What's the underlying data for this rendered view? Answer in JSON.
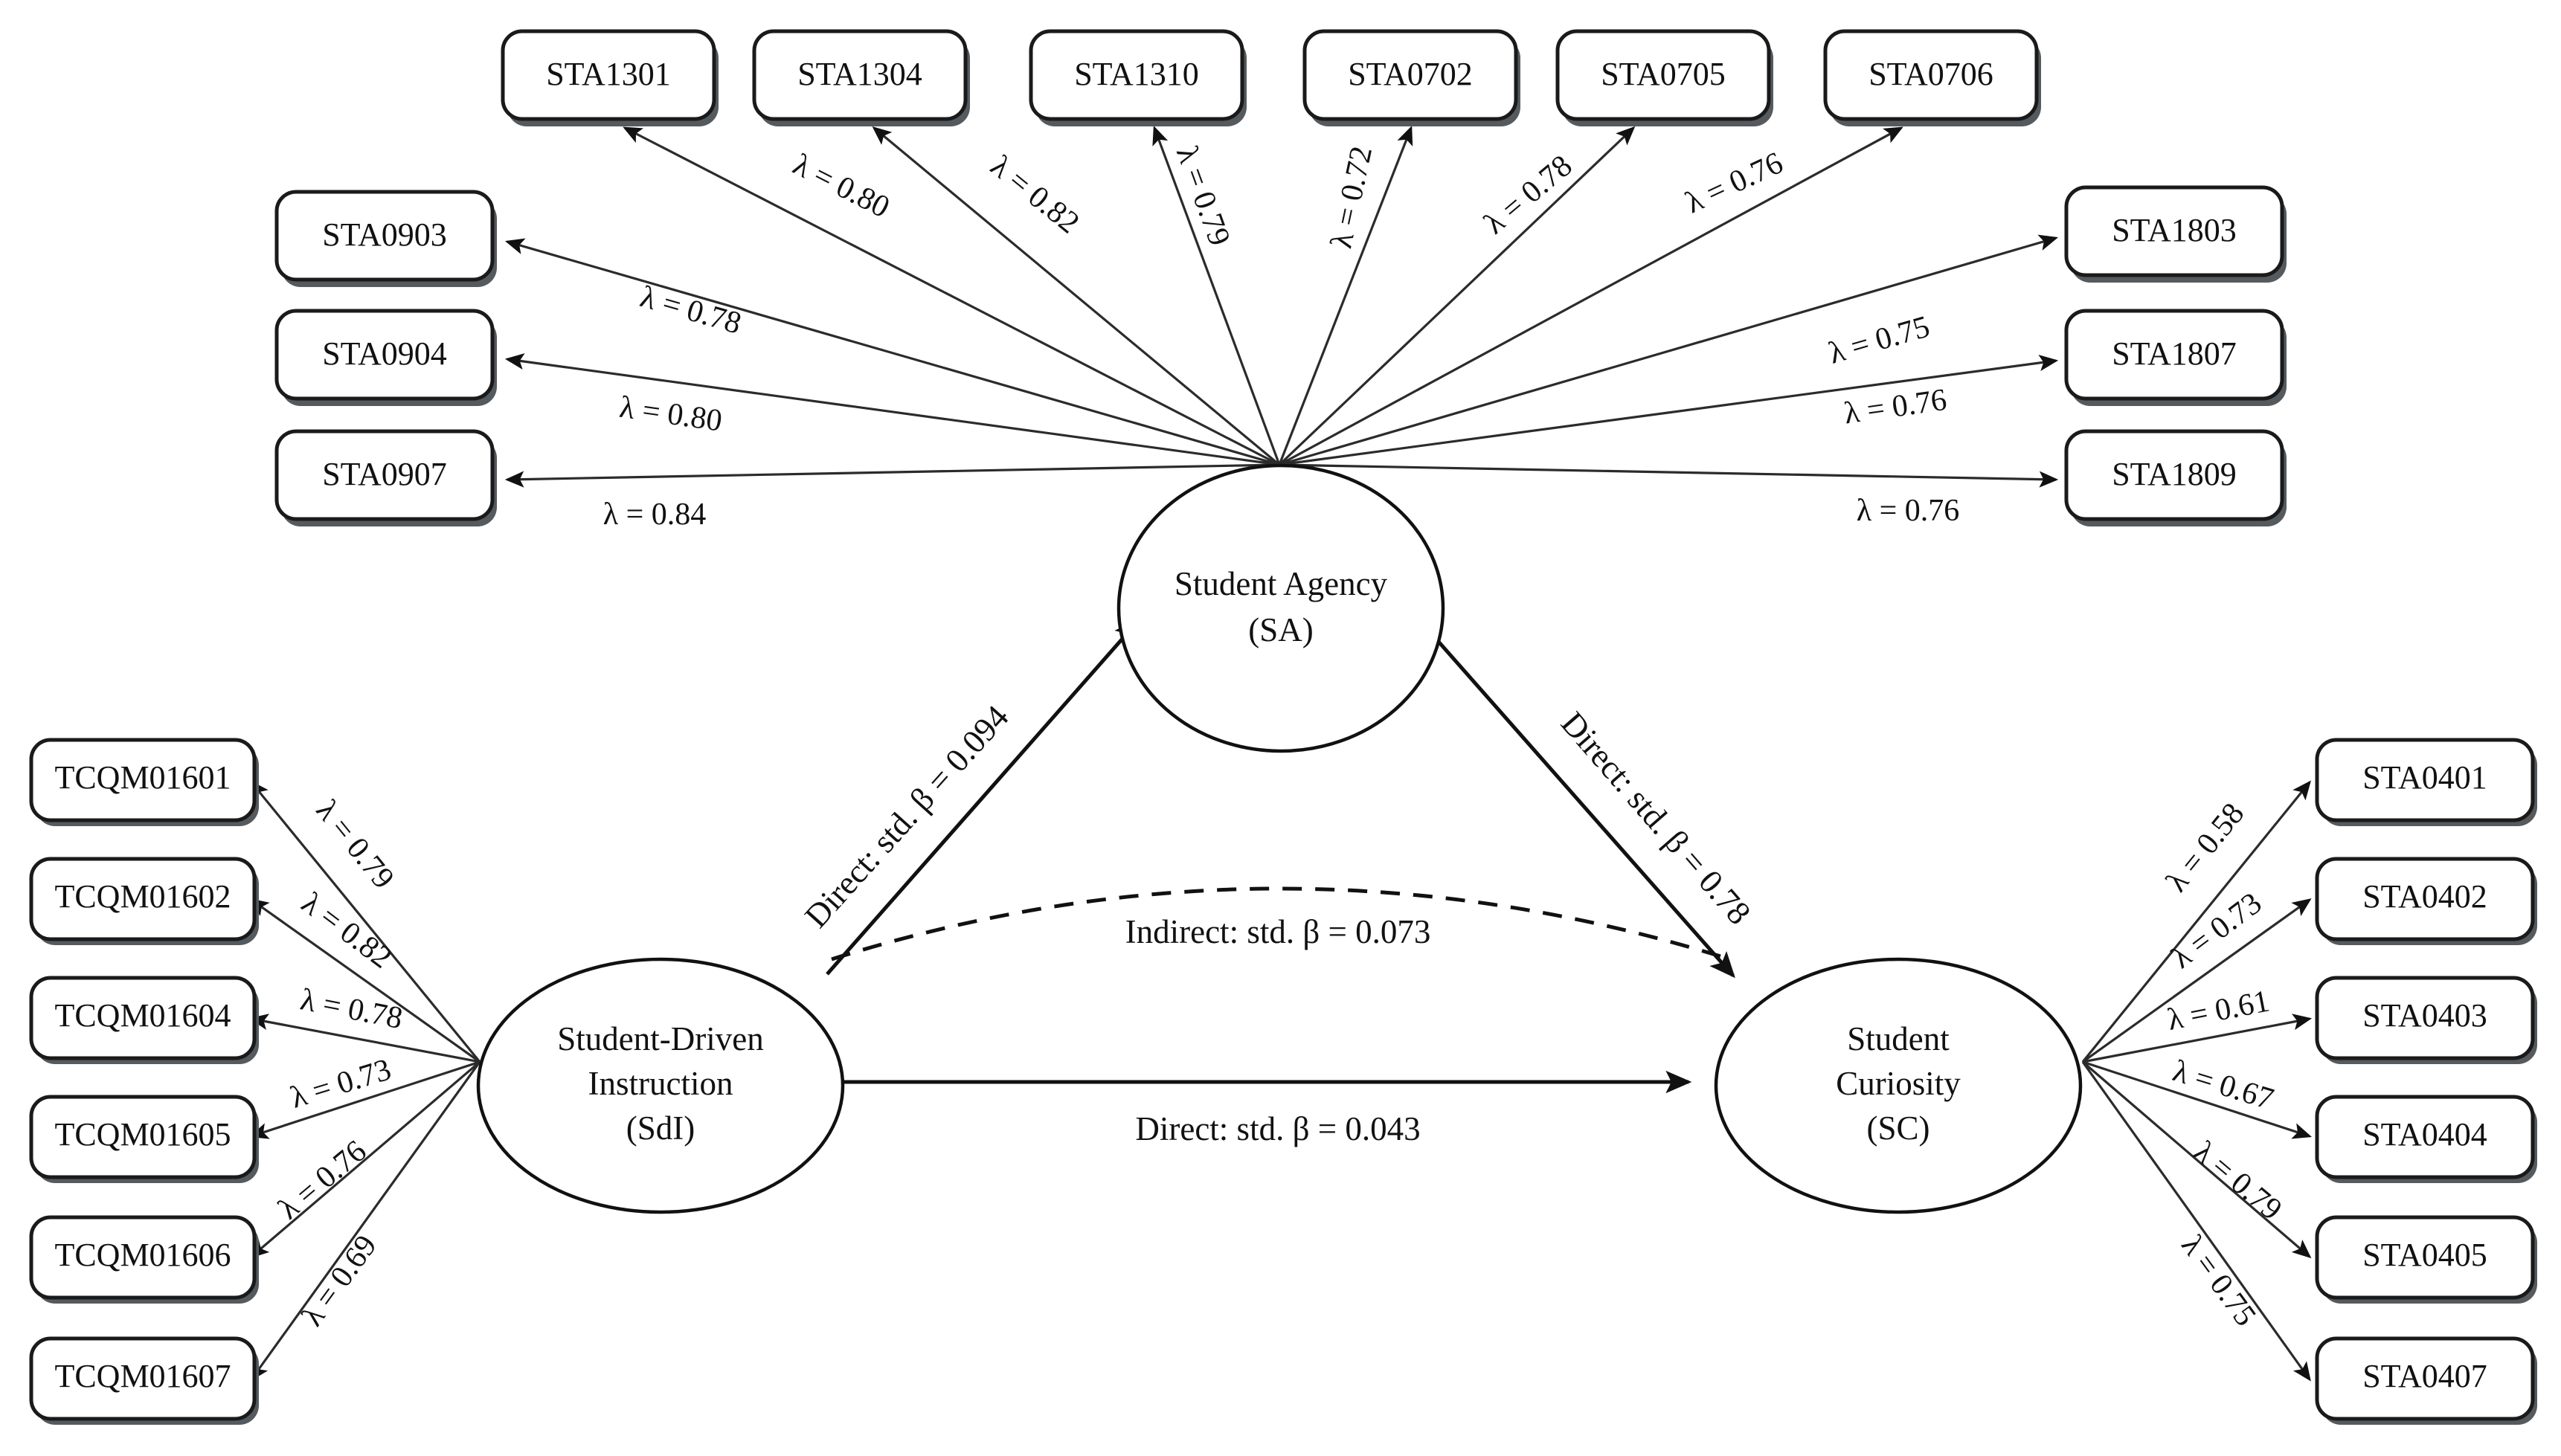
{
  "diagram": {
    "type": "structural-equation-model-path-diagram",
    "latents": [
      {
        "id": "SA",
        "line1": "Student Agency",
        "line2": "(SA)",
        "line3": ""
      },
      {
        "id": "SdI",
        "line1": "Student-Driven",
        "line2": "Instruction",
        "line3": "(SdI)"
      },
      {
        "id": "SC",
        "line1": "Student",
        "line2": "Curiosity",
        "line3": "(SC)"
      }
    ],
    "sa_indicators_top": [
      {
        "name": "STA1301",
        "loading": "λ = 0.80"
      },
      {
        "name": "STA1304",
        "loading": "λ = 0.82"
      },
      {
        "name": "STA1310",
        "loading": "λ = 0.79"
      },
      {
        "name": "STA0702",
        "loading": "λ = 0.72"
      },
      {
        "name": "STA0705",
        "loading": "λ = 0.78"
      },
      {
        "name": "STA0706",
        "loading": "λ = 0.76"
      }
    ],
    "sa_indicators_left": [
      {
        "name": "STA0903",
        "loading": "λ = 0.78"
      },
      {
        "name": "STA0904",
        "loading": "λ = 0.80"
      },
      {
        "name": "STA0907",
        "loading": "λ = 0.84"
      }
    ],
    "sa_indicators_right": [
      {
        "name": "STA1803",
        "loading": "λ = 0.75"
      },
      {
        "name": "STA1807",
        "loading": "λ = 0.76"
      },
      {
        "name": "STA1809",
        "loading": "λ = 0.76"
      }
    ],
    "sdi_indicators": [
      {
        "name": "TCQM01601",
        "loading": "λ = 0.79"
      },
      {
        "name": "TCQM01602",
        "loading": "λ = 0.82"
      },
      {
        "name": "TCQM01604",
        "loading": "λ = 0.78"
      },
      {
        "name": "TCQM01605",
        "loading": "λ = 0.73"
      },
      {
        "name": "TCQM01606",
        "loading": "λ = 0.76"
      },
      {
        "name": "TCQM01607",
        "loading": "λ = 0.69"
      }
    ],
    "sc_indicators": [
      {
        "name": "STA0401",
        "loading": "λ = 0.58"
      },
      {
        "name": "STA0402",
        "loading": "λ = 0.73"
      },
      {
        "name": "STA0403",
        "loading": "λ = 0.61"
      },
      {
        "name": "STA0404",
        "loading": "λ = 0.67"
      },
      {
        "name": "STA0405",
        "loading": "λ = 0.79"
      },
      {
        "name": "STA0407",
        "loading": "λ = 0.75"
      }
    ],
    "structural_paths": [
      {
        "id": "sdi-to-sa",
        "label": "Direct: std. β = 0.094",
        "from": "SdI",
        "to": "SA",
        "style": "solid"
      },
      {
        "id": "sa-to-sc",
        "label": "Direct: std. β = 0.78",
        "from": "SA",
        "to": "SC",
        "style": "solid"
      },
      {
        "id": "sdi-to-sc-indirect",
        "label": "Indirect: std. β = 0.073",
        "from": "SdI",
        "to": "SC",
        "style": "dashed"
      },
      {
        "id": "sdi-to-sc-direct",
        "label": "Direct: std. β = 0.043",
        "from": "SdI",
        "to": "SC",
        "style": "solid"
      }
    ],
    "colors": {
      "stroke": "#111111",
      "box_fill": "#ffffff",
      "background": "#ffffff"
    }
  }
}
